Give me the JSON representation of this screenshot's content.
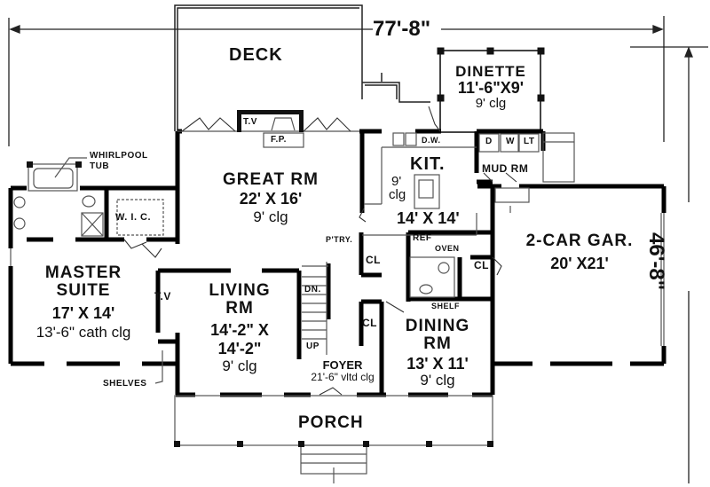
{
  "title": "Floor Plan",
  "dimensions": {
    "overall_width": "77'-8\"",
    "overall_depth": "46'-8\""
  },
  "rooms": {
    "deck": {
      "name": "DECK"
    },
    "dinette": {
      "name": "DINETTE",
      "size": "11'-6\"X9'",
      "ceiling": "9' clg"
    },
    "great_room": {
      "name": "GREAT RM",
      "size": "22' X 16'",
      "ceiling": "9' clg"
    },
    "kitchen": {
      "name": "KIT.",
      "ceiling_a": "9'",
      "ceiling_b": "clg",
      "size": "14' X 14'"
    },
    "mud_room": {
      "name": "MUD RM"
    },
    "garage": {
      "name": "2-CAR GAR.",
      "size": "20' X21'"
    },
    "master_suite": {
      "name_line1": "MASTER",
      "name_line2": "SUITE",
      "size": "17' X 14'",
      "ceiling": "13'-6\" cath clg"
    },
    "living_room": {
      "name_line1": "LIVING",
      "name_line2": "RM",
      "size_line1": "14'-2\" X",
      "size_line2": "14'-2\"",
      "ceiling": "9' clg"
    },
    "foyer": {
      "name": "FOYER",
      "ceiling": "21'-6\" vltd clg"
    },
    "dining_room": {
      "name_line1": "DINING",
      "name_line2": "RM",
      "size": "13' X 11'",
      "ceiling": "9' clg"
    },
    "porch": {
      "name": "PORCH"
    }
  },
  "fixtures": {
    "whirlpool": "WHIRLPOOL",
    "tub": "TUB",
    "wic": "W. I. C.",
    "tv_great": "T.V",
    "fireplace": "F.P.",
    "dishwasher": "D.W.",
    "dryer": "D",
    "washer": "W",
    "laundry_tub": "LT",
    "pantry": "P'TRY.",
    "ref": "REF",
    "oven": "OVEN",
    "closet_1": "CL",
    "closet_2": "CL",
    "closet_3": "CL",
    "tv_master": "T.V",
    "shelves": "SHELVES",
    "shelf": "SHELF",
    "stairs_down": "DN.",
    "stairs_up": "UP"
  }
}
